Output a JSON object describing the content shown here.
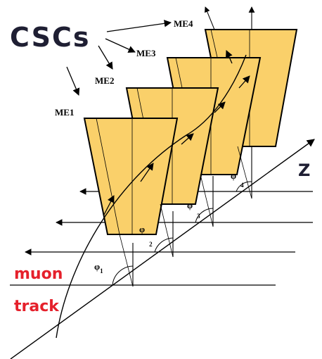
{
  "diagram": {
    "title": "CSCs",
    "stations": [
      {
        "id": "st1",
        "label": "ME1",
        "phi_base": "φ",
        "phi_sub": "1"
      },
      {
        "id": "st2",
        "label": "ME2",
        "phi_base": "φ",
        "phi_sub": "2"
      },
      {
        "id": "st3",
        "label": "ME3",
        "phi_base": "φ",
        "phi_sub": "3"
      },
      {
        "id": "st4",
        "label": "ME4",
        "phi_base": "φ",
        "phi_sub": "4"
      }
    ],
    "axis_label": "Z",
    "track_label_line1": "muon",
    "track_label_line2": "track",
    "colors": {
      "chamber_fill": "#FAD06A",
      "outline": "#000000",
      "track_text": "#E5202B",
      "title_text": "#1F1F33"
    }
  }
}
